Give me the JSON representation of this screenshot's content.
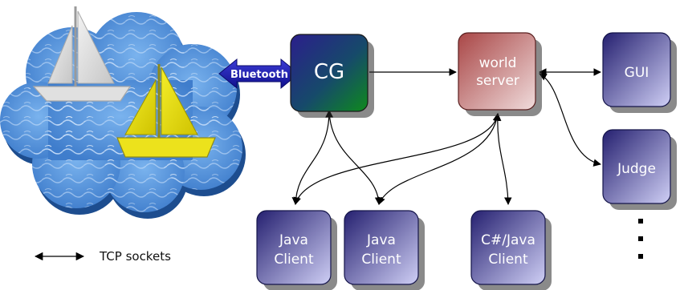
{
  "bluetooth_label": "Bluetooth",
  "legend": {
    "label": "TCP sockets"
  },
  "nodes": {
    "cg": {
      "label": "CG"
    },
    "world_server": {
      "line1": "world",
      "line2": "server"
    },
    "gui": {
      "label": "GUI"
    },
    "judge": {
      "label": "Judge"
    },
    "java_client_1": {
      "line1": "Java",
      "line2": "Client"
    },
    "java_client_2": {
      "line1": "Java",
      "line2": "Client"
    },
    "csharp_client": {
      "line1": "C#/Java",
      "line2": "Client"
    }
  },
  "colors": {
    "cg_top": "#2b1e8c",
    "cg_bottom": "#0e8a1c",
    "server_top": "#b35656",
    "server_bottom": "#ecd3d3",
    "client_top": "#2a267a",
    "client_bottom": "#c9c9f2",
    "bluetooth": "#1b1bb0",
    "water": "#4f8ed8"
  }
}
